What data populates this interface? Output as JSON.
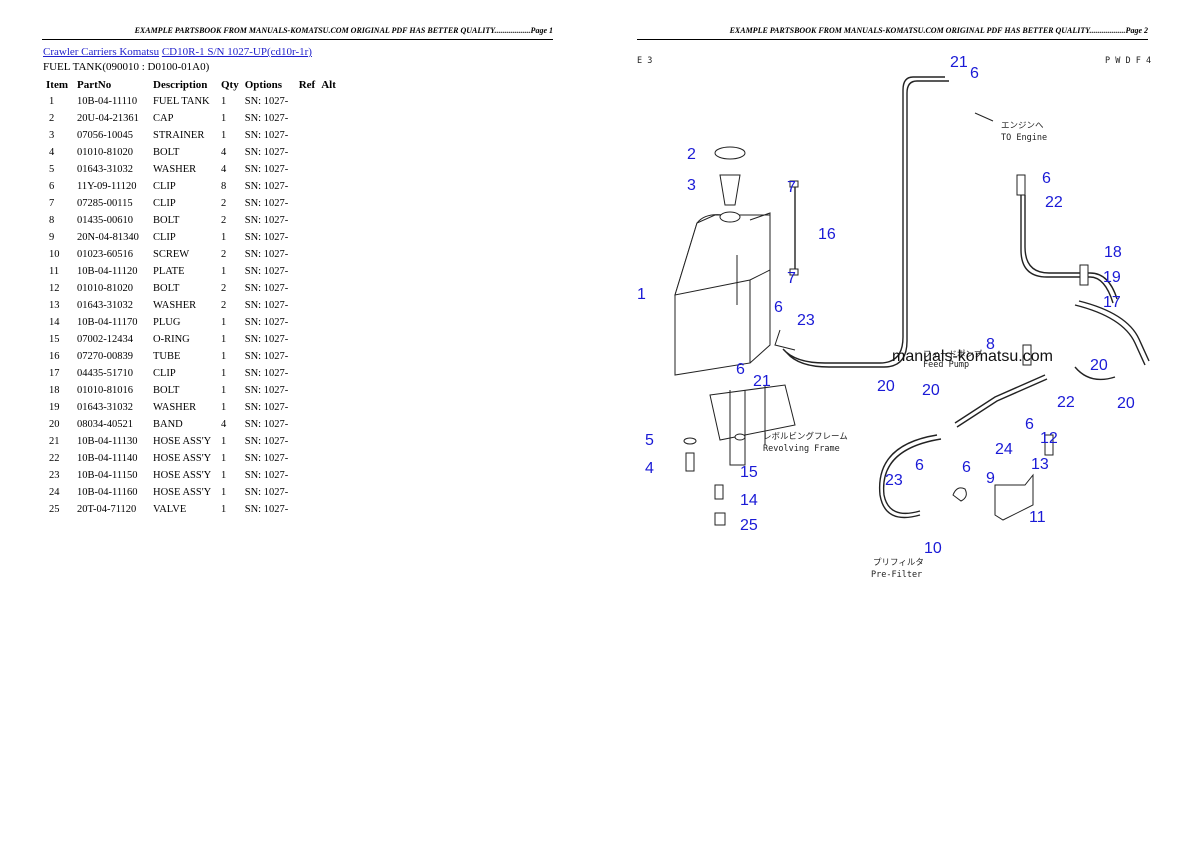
{
  "header": {
    "left": "EXAMPLE PARTSBOOK FROM MANUALS-KOMATSU.COM ORIGINAL PDF HAS BETTER QUALITY..................Page 1",
    "right": "EXAMPLE PARTSBOOK FROM MANUALS-KOMATSU.COM ORIGINAL PDF HAS BETTER QUALITY..................Page 2"
  },
  "breadcrumb": {
    "link1": "Crawler Carriers Komatsu",
    "link2": "CD10R-1 S/N 1027-UP(cd10r-1r)"
  },
  "section_title": "FUEL TANK(090010 : D0100-01A0)",
  "table": {
    "headers": [
      "Item",
      "PartNo",
      "Description",
      "Qty",
      "Options",
      "Ref",
      "Alt"
    ],
    "rows": [
      [
        "1",
        "10B-04-11110",
        "FUEL TANK",
        "1",
        "SN: 1027-"
      ],
      [
        "2",
        "20U-04-21361",
        "CAP",
        "1",
        "SN: 1027-"
      ],
      [
        "3",
        "07056-10045",
        "STRAINER",
        "1",
        "SN: 1027-"
      ],
      [
        "4",
        "01010-81020",
        "BOLT",
        "4",
        "SN: 1027-"
      ],
      [
        "5",
        "01643-31032",
        "WASHER",
        "4",
        "SN: 1027-"
      ],
      [
        "6",
        "11Y-09-11120",
        "CLIP",
        "8",
        "SN: 1027-"
      ],
      [
        "7",
        "07285-00115",
        "CLIP",
        "2",
        "SN: 1027-"
      ],
      [
        "8",
        "01435-00610",
        "BOLT",
        "2",
        "SN: 1027-"
      ],
      [
        "9",
        "20N-04-81340",
        "CLIP",
        "1",
        "SN: 1027-"
      ],
      [
        "10",
        "01023-60516",
        "SCREW",
        "2",
        "SN: 1027-"
      ],
      [
        "11",
        "10B-04-11120",
        "PLATE",
        "1",
        "SN: 1027-"
      ],
      [
        "12",
        "01010-81020",
        "BOLT",
        "2",
        "SN: 1027-"
      ],
      [
        "13",
        "01643-31032",
        "WASHER",
        "2",
        "SN: 1027-"
      ],
      [
        "14",
        "10B-04-11170",
        "PLUG",
        "1",
        "SN: 1027-"
      ],
      [
        "15",
        "07002-12434",
        "O-RING",
        "1",
        "SN: 1027-"
      ],
      [
        "16",
        "07270-00839",
        "TUBE",
        "1",
        "SN: 1027-"
      ],
      [
        "17",
        "04435-51710",
        "CLIP",
        "1",
        "SN: 1027-"
      ],
      [
        "18",
        "01010-81016",
        "BOLT",
        "1",
        "SN: 1027-"
      ],
      [
        "19",
        "01643-31032",
        "WASHER",
        "1",
        "SN: 1027-"
      ],
      [
        "20",
        "08034-40521",
        "BAND",
        "4",
        "SN: 1027-"
      ],
      [
        "21",
        "10B-04-11130",
        "HOSE ASS'Y",
        "1",
        "SN: 1027-"
      ],
      [
        "22",
        "10B-04-11140",
        "HOSE ASS'Y",
        "1",
        "SN: 1027-"
      ],
      [
        "23",
        "10B-04-11150",
        "HOSE ASS'Y",
        "1",
        "SN: 1027-"
      ],
      [
        "24",
        "10B-04-11160",
        "HOSE ASS'Y",
        "1",
        "SN: 1027-"
      ],
      [
        "25",
        "20T-04-71120",
        "VALVE",
        "1",
        "SN: 1027-"
      ]
    ]
  },
  "diagram": {
    "corner_left": "E 3",
    "corner_right": "P W D F 4",
    "to_engine_jp": "エンジンへ",
    "to_engine": "TO Engine",
    "frame_jp": "レボルビングフレーム",
    "frame": "Revolving Frame",
    "feed_pump_jp": "フィードポンプ",
    "feed_pump": "Feed Pump",
    "prefilter_jp": "プリフィルタ",
    "prefilter": "Pre-Filter",
    "watermark": "manuals-komatsu.com",
    "callouts": [
      "1",
      "2",
      "3",
      "4",
      "5",
      "6",
      "7",
      "8",
      "9",
      "10",
      "11",
      "12",
      "13",
      "14",
      "15",
      "16",
      "17",
      "18",
      "19",
      "20",
      "21",
      "22",
      "23",
      "24",
      "25"
    ]
  },
  "colors": {
    "link": "#1f1fcc",
    "callout": "#1a1ad6"
  }
}
